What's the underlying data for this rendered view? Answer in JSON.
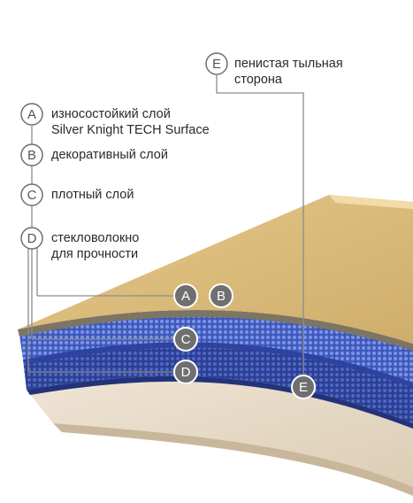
{
  "layers": [
    {
      "letter": "A",
      "line1": "износостойкий слой",
      "line2": "Silver Knight TECH Surface"
    },
    {
      "letter": "B",
      "line1": "декоративный слой",
      "line2": ""
    },
    {
      "letter": "C",
      "line1": "плотный слой",
      "line2": ""
    },
    {
      "letter": "D",
      "line1": "стекловолокно",
      "line2": "для прочности"
    },
    {
      "letter": "E",
      "line1": "пенистая тыльная",
      "line2": "сторона"
    }
  ],
  "colors": {
    "top_surface": "#dcbc78",
    "blue_layer": "#4a64c8",
    "foam_backing": "#e9ddcb",
    "badge_fill": "#6f6f6f",
    "line": "#8c8c8c"
  },
  "icons": {
    "legend_badge": "circled-letter",
    "marker_badge": "filled-letter-circle"
  }
}
